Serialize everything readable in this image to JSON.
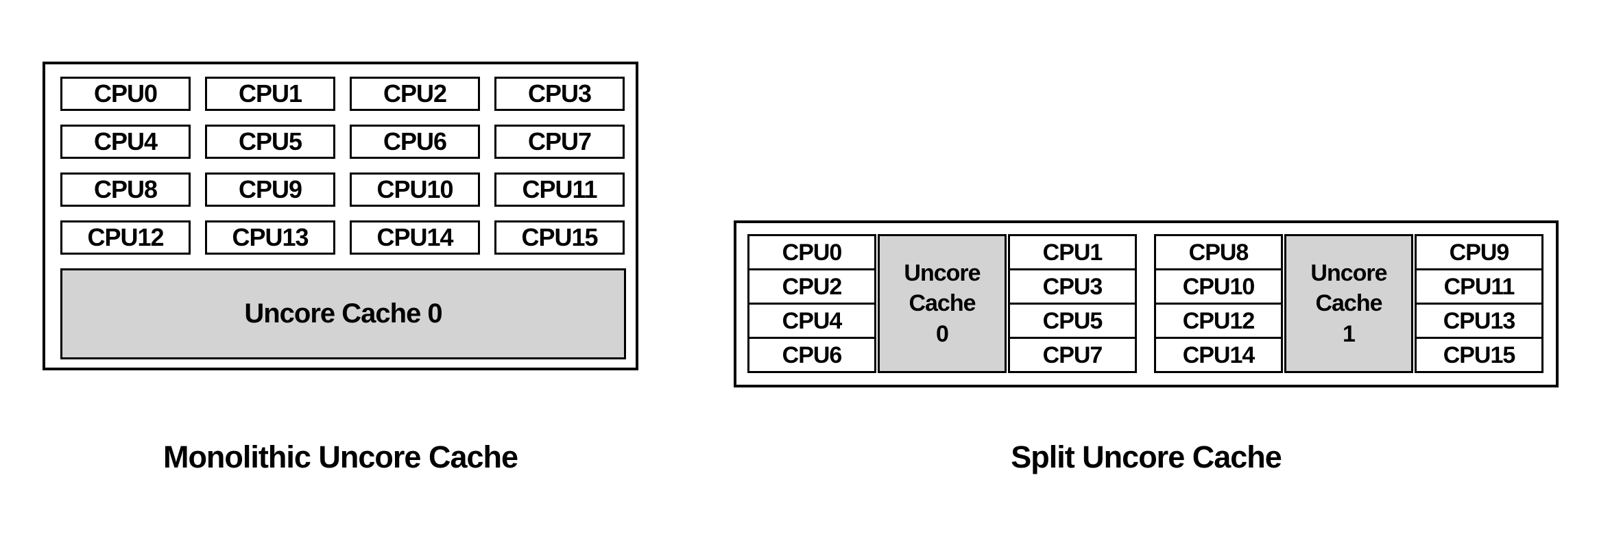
{
  "monolithic": {
    "caption": "Monolithic Uncore Cache",
    "cache_label": "Uncore Cache 0",
    "cpus": [
      "CPU0",
      "CPU1",
      "CPU2",
      "CPU3",
      "CPU4",
      "CPU5",
      "CPU6",
      "CPU7",
      "CPU8",
      "CPU9",
      "CPU10",
      "CPU11",
      "CPU12",
      "CPU13",
      "CPU14",
      "CPU15"
    ]
  },
  "split": {
    "caption": "Split Uncore Cache",
    "clusters": [
      {
        "left_cpus": [
          "CPU0",
          "CPU2",
          "CPU4",
          "CPU6"
        ],
        "cache_label": "Uncore\nCache\n0",
        "right_cpus": [
          "CPU1",
          "CPU3",
          "CPU5",
          "CPU7"
        ]
      },
      {
        "left_cpus": [
          "CPU8",
          "CPU10",
          "CPU12",
          "CPU14"
        ],
        "cache_label": "Uncore\nCache\n1",
        "right_cpus": [
          "CPU9",
          "CPU11",
          "CPU13",
          "CPU15"
        ]
      }
    ]
  },
  "colors": {
    "cache_fill": "#d3d3d3",
    "border": "#000000",
    "background": "#ffffff",
    "text": "#000000"
  }
}
